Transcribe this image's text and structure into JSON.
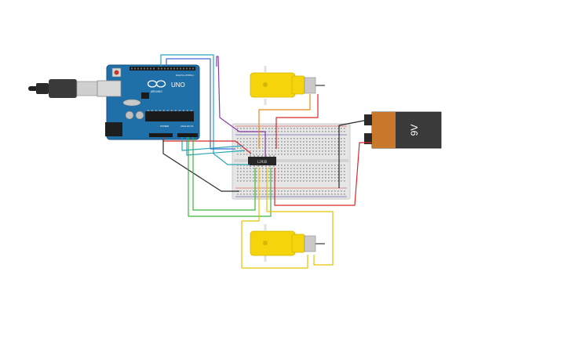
{
  "arduino": {
    "logo_text": "ARDUINO",
    "model": "UNO",
    "label_digital": "DIGITAL (PWM~)",
    "label_power": "POWER",
    "label_analog": "ANALOG IN",
    "accent_color": "#1f6fa8"
  },
  "battery": {
    "label": "9V",
    "color_body": "#3a3a3a",
    "color_cap": "#c8782a"
  },
  "chip": {
    "label": "L293D"
  },
  "motors": {
    "color": "#f5d40c"
  },
  "wire_colors": {
    "red": "#d42a2a",
    "black": "#2a2a2a",
    "green": "#3bb33b",
    "yellow": "#e6c200",
    "orange": "#e88a1a",
    "purple": "#8a3aa8",
    "teal": "#2aa6b8",
    "blue": "#3a6ad4"
  }
}
